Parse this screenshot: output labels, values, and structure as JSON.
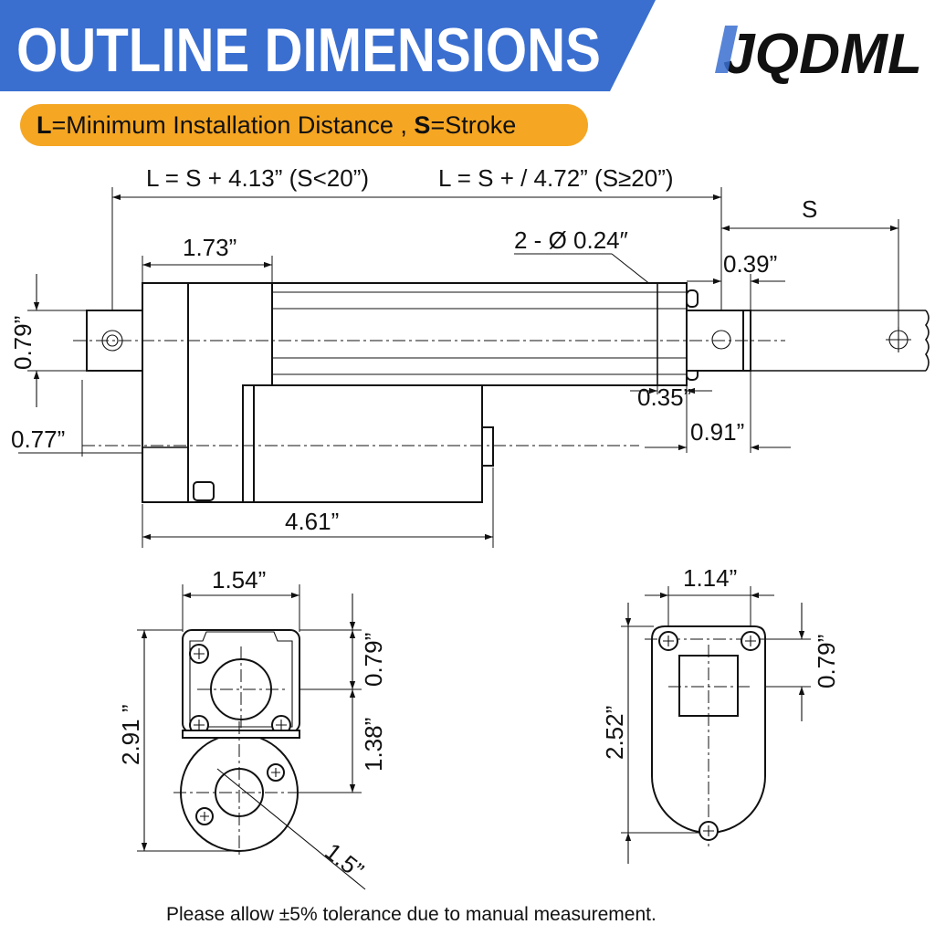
{
  "title": "OUTLINE DIMENSIONS",
  "brand": "JQDML",
  "legend": {
    "l_key": "L",
    "l_text": "=Minimum Installation Distance ,",
    "s_key": "S",
    "s_text": "=Stroke"
  },
  "formula_short": "L = S + 4.13” (S<20”)",
  "formula_long": "L = S + / 4.72” (S≥20”)",
  "dimensions": {
    "stroke": "S",
    "hole": "2 - Ø 0.24″",
    "d_039_top": "0.39”",
    "d_173": "1.73”",
    "d_079_side": "0.79”",
    "d_077": "0.77”",
    "d_035": "0.35”",
    "d_091": "0.91”",
    "d_461": "4.61”",
    "d_154": "1.54”",
    "d_079_front": "0.79”",
    "d_138": "1.38”",
    "d_291": "2.91 ”",
    "d_15": "1.5”",
    "d_114": "1.14”",
    "d_079_rear": "0.79”",
    "d_252": "2.52”"
  },
  "note": "Please allow ±5% tolerance due to manual measurement.",
  "colors": {
    "banner": "#3a6fd0",
    "pill": "#f5a623",
    "brand_blue": "#3a6fd0",
    "ink": "#111111"
  }
}
